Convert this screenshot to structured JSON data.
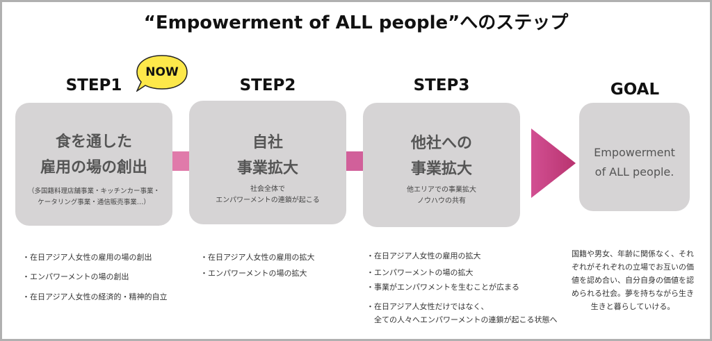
{
  "title": "“Empowerment of ALL people”へのステップ",
  "now_badge": "NOW",
  "colors": {
    "box": "#d6d4d5",
    "connector1": "#e07aaa",
    "connector2": "#d1609a",
    "arrow": "#c23a7a",
    "badge": "#fde84a"
  },
  "steps": [
    {
      "label": "STEP1",
      "heading": [
        "食を通した",
        "雇用の場の創出"
      ],
      "note": [
        "（多国籍料理店舗事業・キッチンカー事業・",
        "ケータリング事業・通信販売事業…）"
      ],
      "bullets": [
        "・在日アジア人女性の雇用の場の創出",
        "・エンパワーメントの場の創出",
        "・在日アジア人女性の経済的・精神的自立"
      ]
    },
    {
      "label": "STEP2",
      "heading": [
        "自社",
        "事業拡大"
      ],
      "note": [
        "社会全体で",
        "エンパワーメントの連鎖が起こる"
      ],
      "bullets": [
        "・在日アジア人女性の雇用の拡大",
        "・エンパワーメントの場の拡大"
      ]
    },
    {
      "label": "STEP3",
      "heading": [
        "他社への",
        "事業拡大"
      ],
      "note": [
        "他エリアでの事業拡大",
        "ノウハウの共有"
      ],
      "bullets": [
        "・在日アジア人女性の雇用の拡大",
        "・エンパワーメントの場の拡大",
        "・事業がエンパワメントを生むことが広まる",
        "・在日アジア人女性だけではなく、",
        "　全ての人々へエンパワーメントの連鎖が起こる状態へ"
      ]
    }
  ],
  "goal": {
    "label": "GOAL",
    "heading": [
      "Empowerment",
      "of ALL people."
    ],
    "description": [
      "国籍や男女、年齢に関係なく、それ",
      "ぞれがそれぞれの立場でお互いの価",
      "値を認め合い、自分自身の価値を認",
      "められる社会。夢を持ちながら生き",
      "生きと暮らしていける。"
    ]
  }
}
